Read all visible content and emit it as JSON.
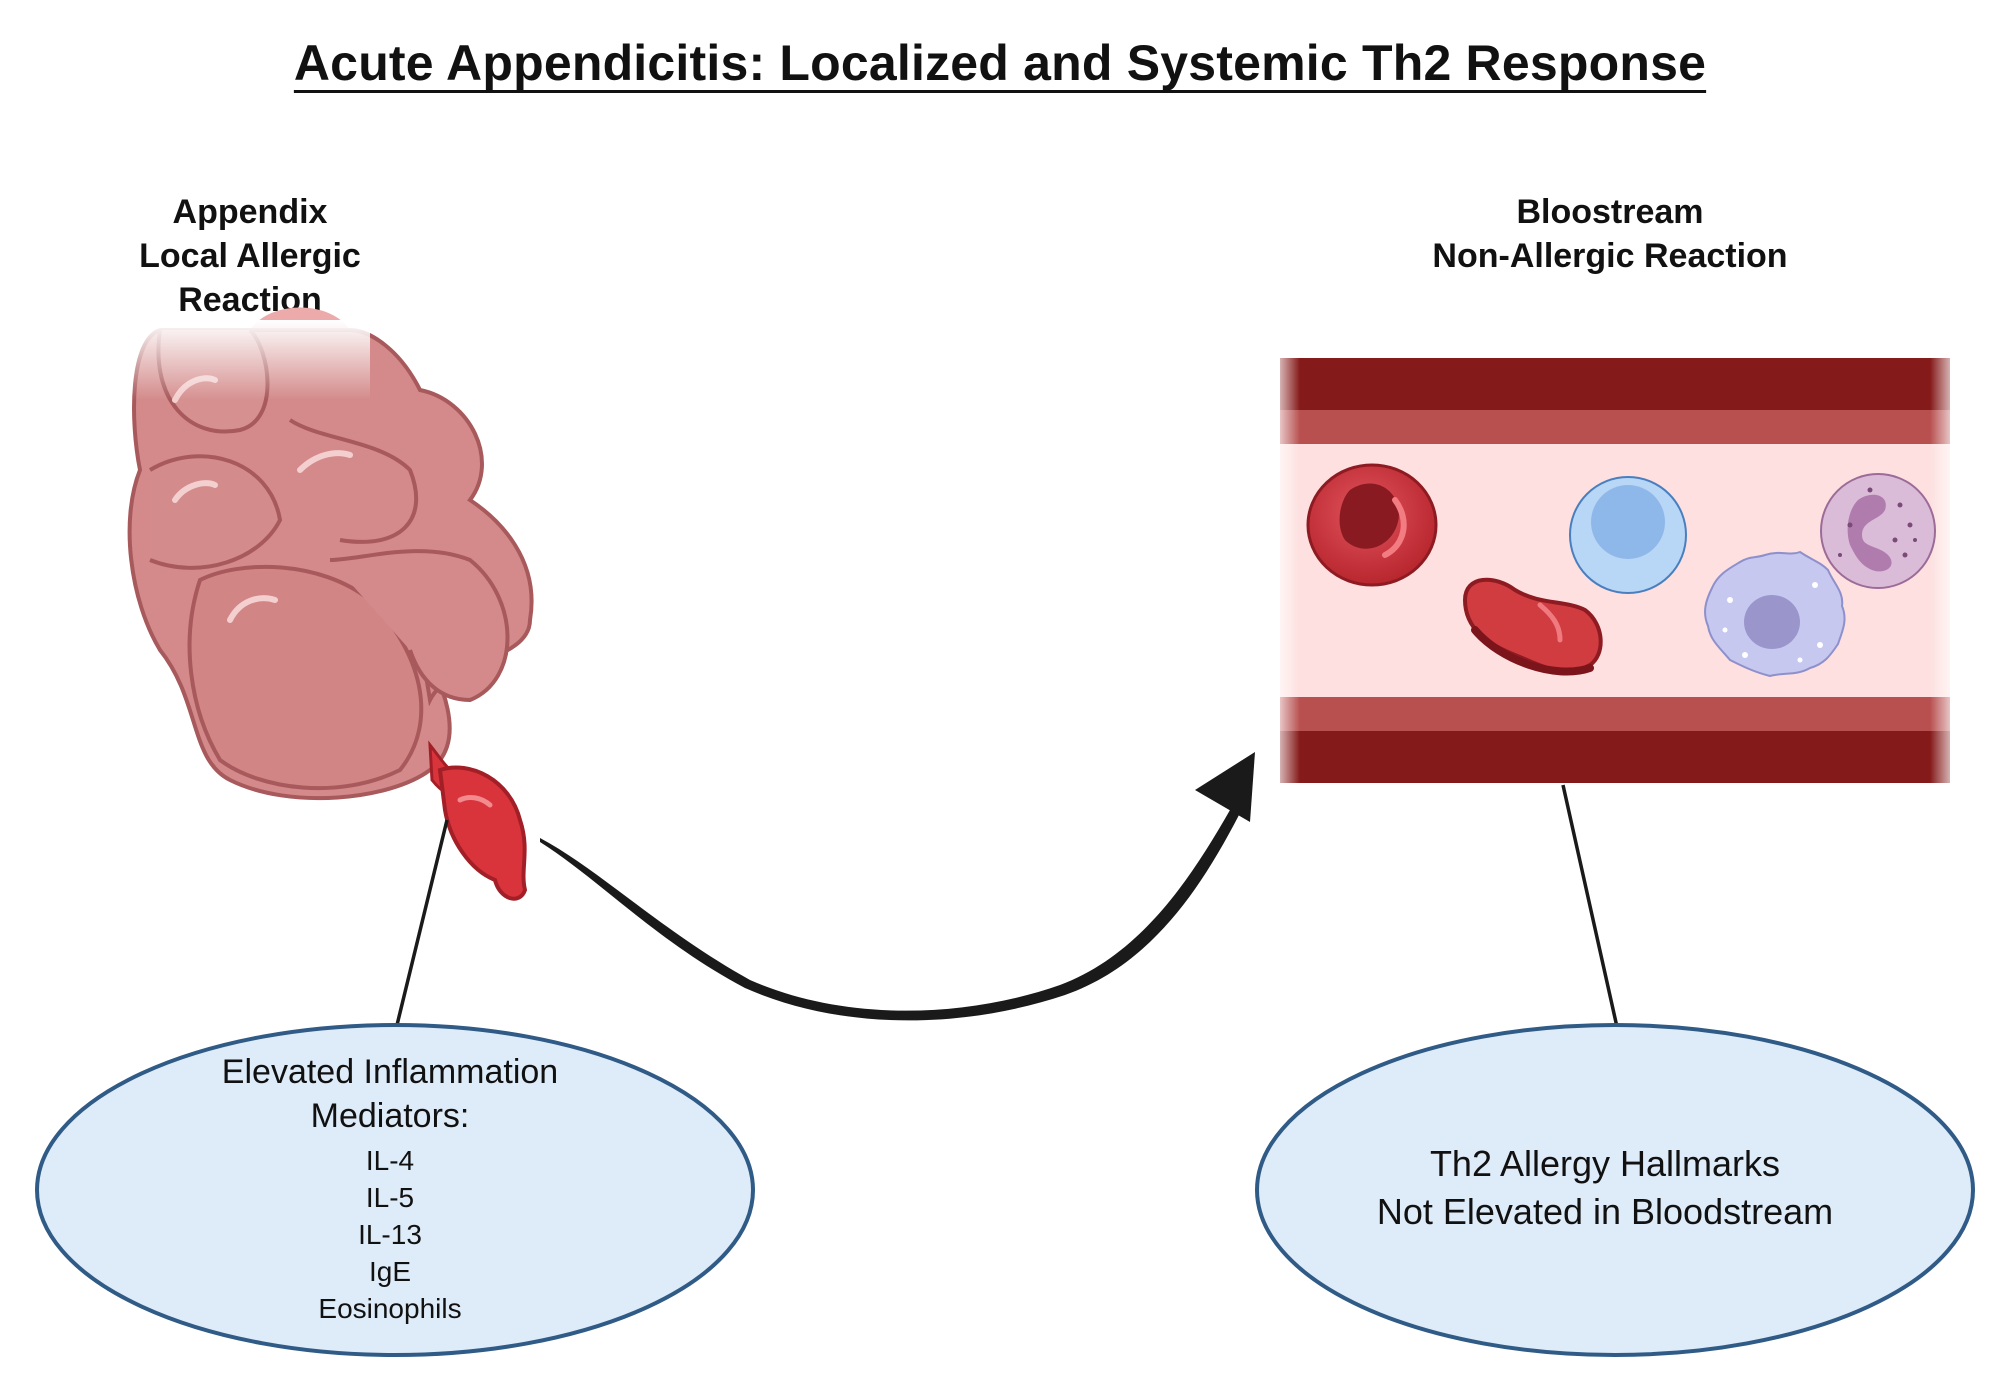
{
  "title": "Acute Appendicitis: Localized and Systemic Th2 Response",
  "left_panel": {
    "label_lines": [
      "Appendix",
      "Local Allergic",
      "Reaction"
    ],
    "ellipse": {
      "heading_lines": [
        "Elevated Inflammation",
        "Mediators:"
      ],
      "items": [
        "IL-4",
        "IL-5",
        "IL-13",
        "IgE",
        "Eosinophils"
      ]
    }
  },
  "right_panel": {
    "label_lines": [
      "Bloostream",
      "Non-Allergic Reaction"
    ],
    "ellipse": {
      "lines": [
        "Th2 Allergy Hallmarks",
        "Not Elevated in Bloodstream"
      ]
    }
  },
  "colors": {
    "ellipse_fill": "#deebf8",
    "ellipse_stroke": "#2f5b86",
    "vessel_outer": "#851a1a",
    "vessel_mid": "#b85050",
    "vessel_lumen": "#fde0df",
    "colon": "#d48a8a",
    "appendix": "#d9343b"
  },
  "icons": [
    "colon-appendix-illustration",
    "blood-vessel-illustration",
    "red-blood-cell-icon",
    "lymphocyte-icon",
    "eosinophil-icon",
    "basophil-icon"
  ]
}
